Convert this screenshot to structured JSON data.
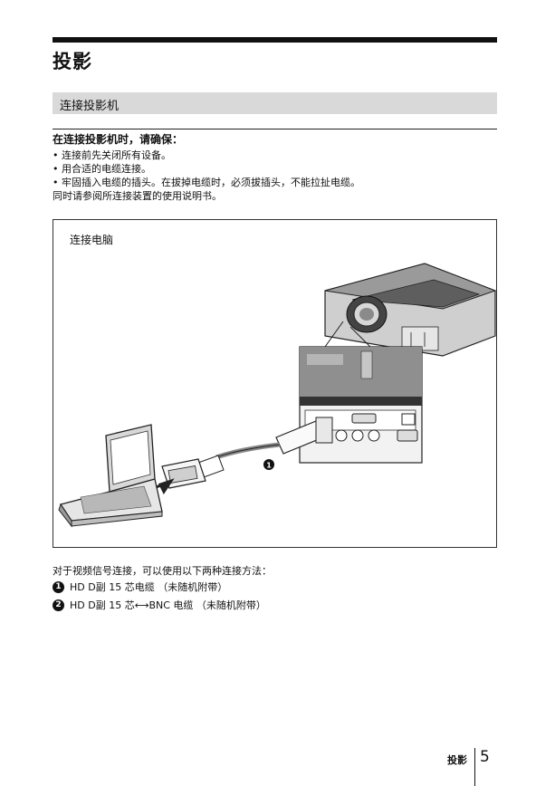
{
  "page": {
    "title": "投影",
    "section_title": "连接投影机",
    "check_heading": "在连接投影机时，请确保：",
    "bullets": [
      "• 连接前先关闭所有设备。",
      "• 用合适的电缆连接。",
      "• 牢固插入电缆的插头。在拔掉电缆时，必须拔插头，不能拉扯电缆。",
      "同时请参阅所连接装置的使用说明书。"
    ]
  },
  "figure": {
    "title": "连接电脑",
    "callout_number": "1",
    "icons": [
      "laptop-icon",
      "projector-icon",
      "vga-cable-icon",
      "connector-panel-icon",
      "arrow-icon"
    ]
  },
  "options": {
    "intro": "对于视频信号连接，可以使用以下两种连接方法：",
    "items": [
      {
        "number": "1",
        "text": "HD D副 15 芯电缆 （未随机附带）"
      },
      {
        "number": "2",
        "text": "HD D副 15 芯⟷BNC 电缆 （未随机附带）"
      }
    ]
  },
  "footer": {
    "label": "投影",
    "page_number": "5"
  }
}
